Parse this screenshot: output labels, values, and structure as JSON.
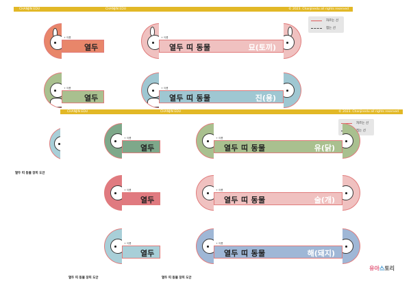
{
  "back_sheet": {
    "brand_left": "CHANJIN EDU",
    "brand_mid": "CHANJIN EDU",
    "copyright": "© 2023. Chanjinedu all rights reserved",
    "legend": {
      "cut": "자르는 선",
      "fold": "접는 선"
    },
    "small_strips": [
      {
        "tag": "+ 이름",
        "title": "열두",
        "color": "#e8866a"
      },
      {
        "tag": "+ 이름",
        "title": "열두",
        "color": "#a9c08f"
      }
    ],
    "strips": [
      {
        "tag": "+ 이름",
        "title": "열두 띠 동물",
        "animal": "묘(토끼)",
        "color": "#f0c1c0"
      },
      {
        "tag": "+ 이름",
        "title": "열두 띠 동물",
        "animal": "진(용)",
        "color": "#9fc7d2"
      }
    ],
    "caption": "열두 띠 동물 장피 도안"
  },
  "front_sheet": {
    "brand_left": "CHANJIN EDU",
    "brand_mid": "CHANJIN EDU",
    "copyright": "© 2023. Chanjinedu all rights reserved",
    "legend": {
      "cut": "자르는 선",
      "fold": "접는 선"
    },
    "small_strips": [
      {
        "tag": "+ 이름",
        "title": "열두",
        "color": "#7ea88a"
      },
      {
        "tag": "+ 이름",
        "title": "열두",
        "color": "#e07a80"
      },
      {
        "tag": "+ 이름",
        "title": "열두",
        "color": "#a8cfd8"
      }
    ],
    "strips": [
      {
        "tag": "+ 이름",
        "title": "열두 띠 동물",
        "animal": "유(닭)",
        "color": "#a9c08f"
      },
      {
        "tag": "+ 이름",
        "title": "열두 띠 동물",
        "animal": "술(개)",
        "color": "#f0c1c0"
      },
      {
        "tag": "+ 이름",
        "title": "열두 띠 동물",
        "animal": "해(돼지)",
        "color": "#9fb7d6"
      }
    ],
    "captions": [
      "열두 띠 동물 장피 도안",
      "열두 띠 동물 장피 도안"
    ],
    "logo": {
      "part1": "유아",
      "part2": "스",
      "part3": "토리"
    }
  },
  "far_left_caption": "열두 띠 동물 장피 도안"
}
